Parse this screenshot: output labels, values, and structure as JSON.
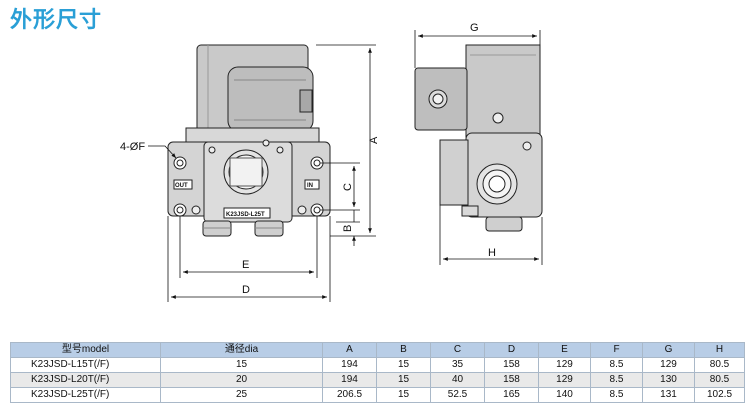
{
  "page": {
    "title": "外形尺寸"
  },
  "drawing": {
    "front_view": {
      "dims": {
        "a": "A",
        "b": "B",
        "c": "C",
        "d": "D",
        "e": "E",
        "f": "4-ØF"
      },
      "ports": {
        "out": "OUT",
        "in": "IN"
      },
      "nameplate": "K23JSD-L25T"
    },
    "side_view": {
      "dims": {
        "g": "G",
        "h": "H"
      }
    }
  },
  "table": {
    "headers": [
      "型号model",
      "通径dia",
      "A",
      "B",
      "C",
      "D",
      "E",
      "F",
      "G",
      "H"
    ],
    "rows": [
      [
        "K23JSD-L15T(/F)",
        "15",
        "194",
        "15",
        "35",
        "158",
        "129",
        "8.5",
        "129",
        "80.5"
      ],
      [
        "K23JSD-L20T(/F)",
        "20",
        "194",
        "15",
        "40",
        "158",
        "129",
        "8.5",
        "130",
        "80.5"
      ],
      [
        "K23JSD-L25T(/F)",
        "25",
        "206.5",
        "15",
        "52.5",
        "165",
        "140",
        "8.5",
        "131",
        "102.5"
      ]
    ]
  },
  "colors": {
    "title": "#2a9fd6",
    "header_bg": "#b8cde6",
    "row_alt_bg": "#e9e9e9",
    "body_fill": "#d4d4d4",
    "coil_fill": "#c4c4c4"
  }
}
